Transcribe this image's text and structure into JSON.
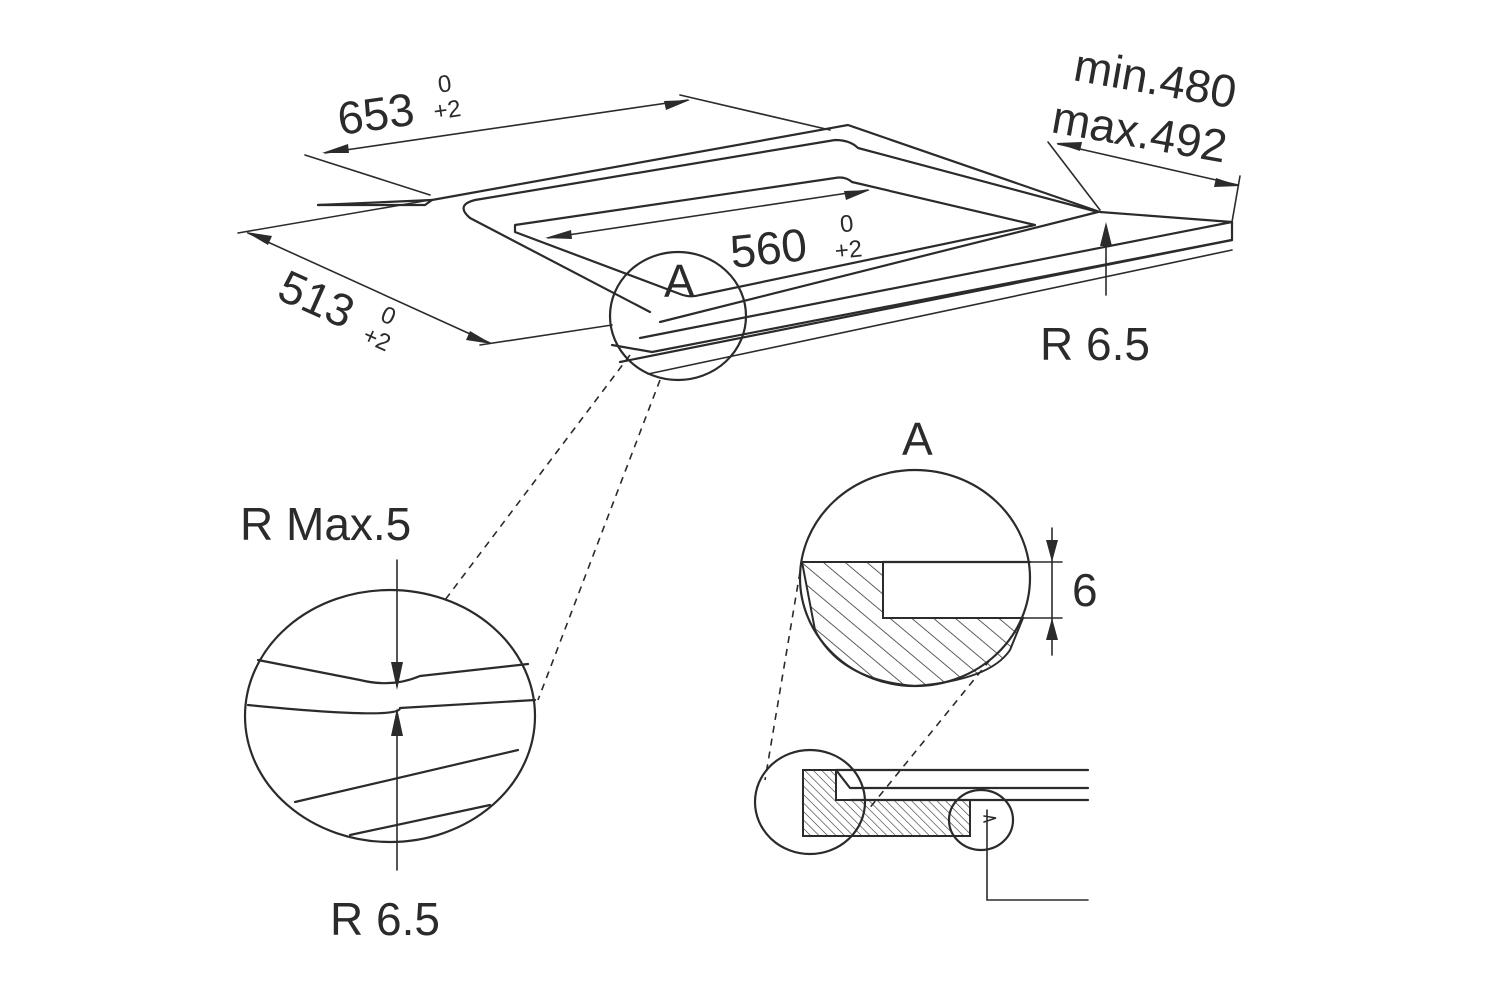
{
  "dimensions": {
    "width_main": "653",
    "width_tol_upper": "0",
    "width_tol_lower": "+2",
    "depth_main": "513",
    "depth_tol_upper": "0",
    "depth_tol_lower": "+2",
    "inner_main": "560",
    "inner_tol_upper": "0",
    "inner_tol_lower": "+2",
    "worktop_min": "min.480",
    "worktop_max": "max.492",
    "radius_top": "R 6.5",
    "radius_max": "R Max.5",
    "radius_detail": "R 6.5",
    "step_height": "6"
  },
  "callouts": {
    "detail_marker": "A",
    "detail_title": "A"
  }
}
